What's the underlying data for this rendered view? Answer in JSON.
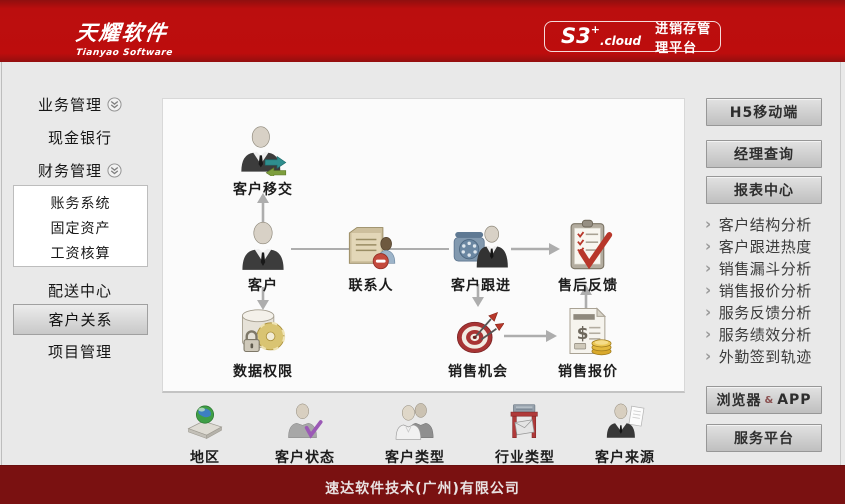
{
  "header": {
    "logo_title": "天耀软件",
    "logo_subtitle": "Tianyao Software",
    "badge": {
      "name": "S3",
      "plus": "+",
      "cloud": ".cloud",
      "platform": "进销存管理平台"
    }
  },
  "sidebar": {
    "groups": [
      {
        "label": "业务管理",
        "expander": true
      },
      {
        "label": "现金银行",
        "expander": false
      },
      {
        "label": "财务管理",
        "expander": true
      }
    ],
    "finance_submenu": [
      "账务系统",
      "固定资产",
      "工资核算"
    ],
    "lower": [
      "配送中心",
      "客户关系",
      "项目管理"
    ],
    "selected": "客户关系"
  },
  "flowchart": {
    "nodes": [
      {
        "label": "客户移交",
        "icon": "person-transfer-icon"
      },
      {
        "label": "客户",
        "icon": "customer-person-icon"
      },
      {
        "label": "联系人",
        "icon": "contact-folder-icon"
      },
      {
        "label": "客户跟进",
        "icon": "phone-followup-icon"
      },
      {
        "label": "售后反馈",
        "icon": "feedback-clipboard-icon"
      },
      {
        "label": "数据权限",
        "icon": "data-permission-icon"
      },
      {
        "label": "销售机会",
        "icon": "sales-target-icon"
      },
      {
        "label": "销售报价",
        "icon": "quote-money-icon"
      }
    ]
  },
  "bottom_row": [
    {
      "label": "地区",
      "icon": "region-globe-icon"
    },
    {
      "label": "客户状态",
      "icon": "customer-status-icon"
    },
    {
      "label": "客户类型",
      "icon": "customer-type-icon"
    },
    {
      "label": "行业类型",
      "icon": "industry-type-icon"
    },
    {
      "label": "客户来源",
      "icon": "customer-source-icon"
    }
  ],
  "right_panel": {
    "buttons_top": [
      "H5移动端",
      "经理查询",
      "报表中心"
    ],
    "reports": [
      "客户结构分析",
      "客户跟进热度",
      "销售漏斗分析",
      "销售报价分析",
      "服务反馈分析",
      "服务绩效分析",
      "外勤签到轨迹"
    ],
    "browser_app_button": {
      "cn": "浏览器",
      "amp": "&",
      "en": "APP"
    },
    "service_button": "服务平台"
  },
  "footer": {
    "company": "速达软件技术(广州)有限公司"
  },
  "icons": {
    "chevron_right": "›"
  },
  "colors": {
    "header_red": "#bd0d0d",
    "footer_red": "#7a1111",
    "page_bg": "#e9e9e9",
    "panel_bg": "#fbfbfb",
    "arrow_gray": "#adadad",
    "check_purple": "#9b59b6",
    "target_red": "#a83232",
    "coin_gold": "#e0b83a"
  }
}
